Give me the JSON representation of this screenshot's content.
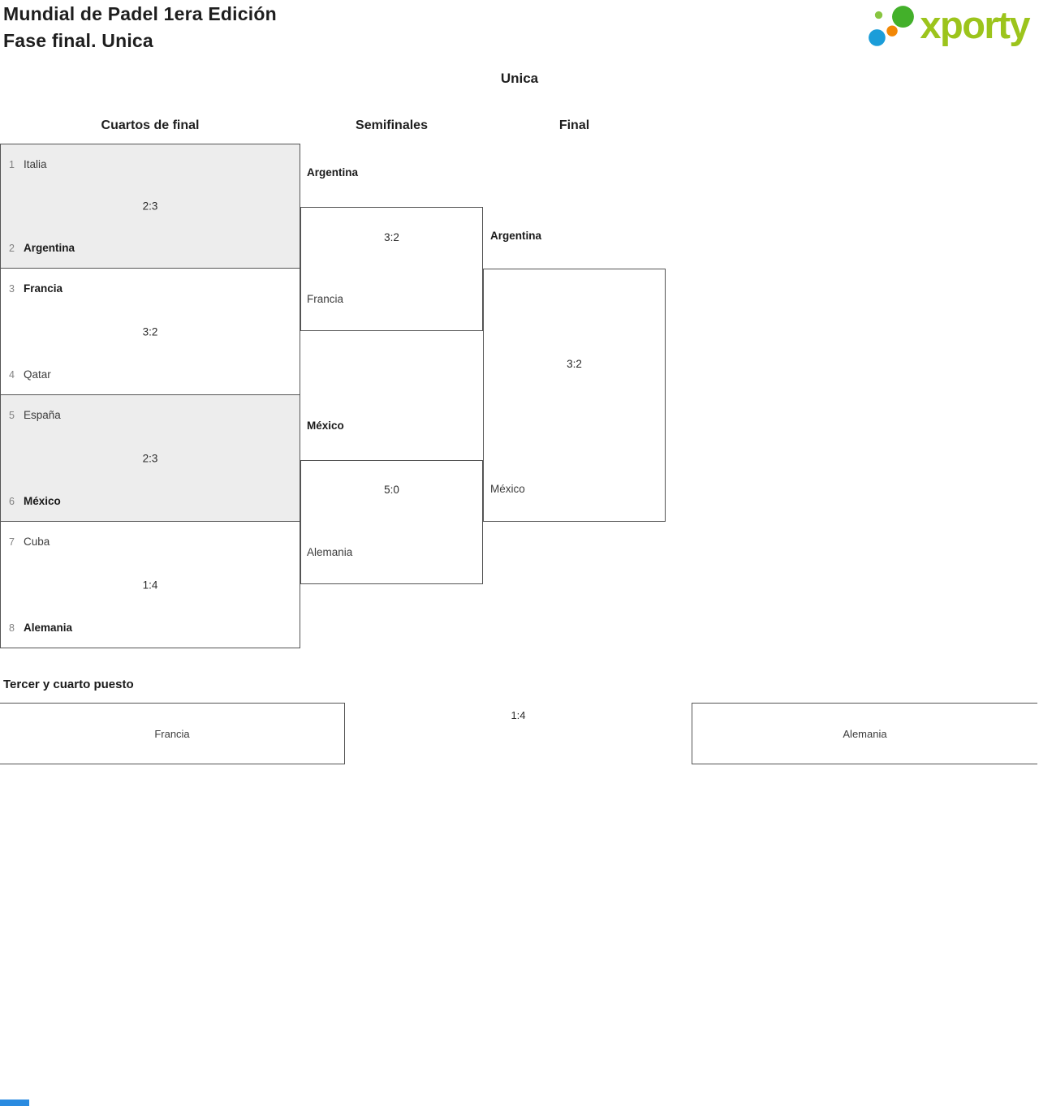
{
  "header": {
    "title_line1": "Mundial de Padel 1era Edición",
    "title_line2": "Fase final. Unica",
    "logo_text": "xporty"
  },
  "colors": {
    "brand_green": "#9cc41c",
    "dot_big_green": "#43b02a",
    "dot_blue": "#1b9dd9",
    "dot_orange": "#f28705",
    "dot_small_green": "#88c540",
    "shaded_match_bg": "#ededed",
    "border": "#545454"
  },
  "bracket": {
    "group_title": "Unica",
    "rounds": [
      {
        "label": "Cuartos de final"
      },
      {
        "label": "Semifinales"
      },
      {
        "label": "Final"
      }
    ],
    "quarterfinals": [
      {
        "seed1": "1",
        "team1": "Italia",
        "score": "2:3",
        "seed2": "2",
        "team2": "Argentina"
      },
      {
        "seed1": "3",
        "team1": "Francia",
        "score": "3:2",
        "seed2": "4",
        "team2": "Qatar"
      },
      {
        "seed1": "5",
        "team1": "España",
        "score": "2:3",
        "seed2": "6",
        "team2": "México"
      },
      {
        "seed1": "7",
        "team1": "Cuba",
        "score": "1:4",
        "seed2": "8",
        "team2": "Alemania"
      }
    ],
    "semifinals": [
      {
        "team1": "Argentina",
        "score": "3:2",
        "team2": "Francia"
      },
      {
        "team1": "México",
        "score": "5:0",
        "team2": "Alemania"
      }
    ],
    "final": {
      "team1": "Argentina",
      "score": "3:2",
      "team2": "México"
    }
  },
  "third_place": {
    "title": "Tercer y cuarto puesto",
    "team1": "Francia",
    "score": "1:4",
    "team2": "Alemania"
  }
}
